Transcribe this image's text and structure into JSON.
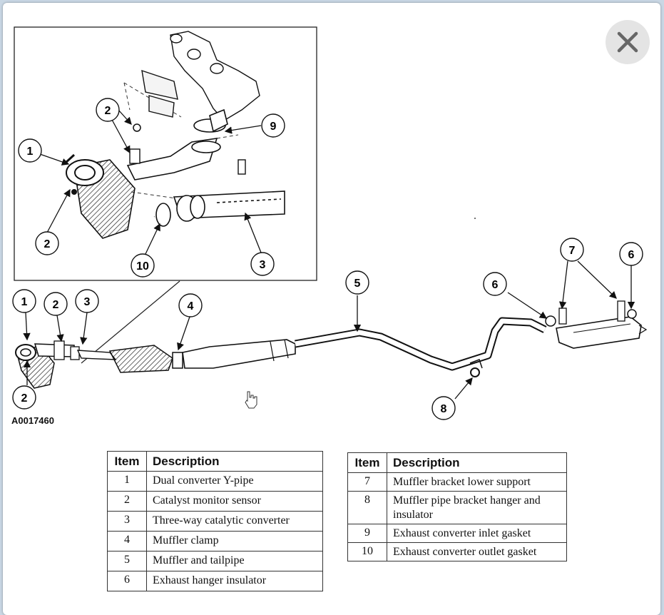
{
  "figure_code": "A0017460",
  "close_icon": "close-icon",
  "callouts": {
    "inset_1": "1",
    "inset_2a": "2",
    "inset_2b": "2",
    "inset_9": "9",
    "inset_10": "10",
    "inset_3": "3",
    "main_1": "1",
    "main_2a": "2",
    "main_3": "3",
    "main_2b": "2",
    "main_4": "4",
    "main_5": "5",
    "main_6a": "6",
    "main_7": "7",
    "main_6b": "6",
    "main_8": "8"
  },
  "legend_left": {
    "header_item": "Item",
    "header_desc": "Description",
    "rows": [
      {
        "item": "1",
        "desc": "Dual converter Y-pipe"
      },
      {
        "item": "2",
        "desc": "Catalyst monitor sensor"
      },
      {
        "item": "3",
        "desc": "Three-way catalytic converter"
      },
      {
        "item": "4",
        "desc": "Muffler clamp"
      },
      {
        "item": "5",
        "desc": "Muffler and tailpipe"
      },
      {
        "item": "6",
        "desc": "Exhaust hanger insulator"
      }
    ]
  },
  "legend_right": {
    "header_item": "Item",
    "header_desc": "Description",
    "rows": [
      {
        "item": "7",
        "desc": "Muffler bracket lower support"
      },
      {
        "item": "8",
        "desc": "Muffler pipe bracket hanger and insulator"
      },
      {
        "item": "9",
        "desc": "Exhaust converter inlet gasket"
      },
      {
        "item": "10",
        "desc": "Exhaust converter outlet gasket"
      }
    ]
  }
}
